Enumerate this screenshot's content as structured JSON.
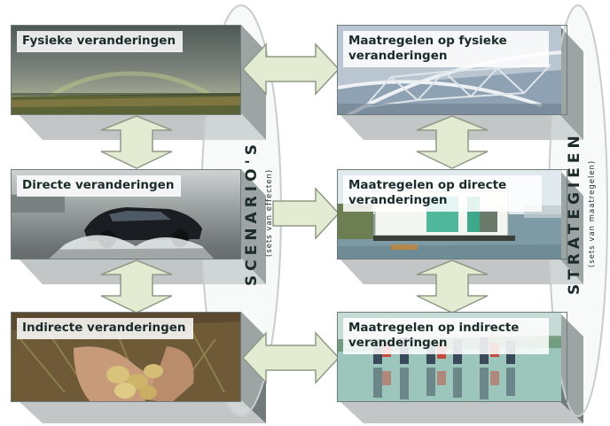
{
  "diagram": {
    "left_column": [
      {
        "label": "Fysieke veranderingen",
        "image": "rainbow-landscape"
      },
      {
        "label": "Directe veranderingen",
        "image": "car-flood-splash"
      },
      {
        "label": "Indirecte veranderingen",
        "image": "hands-potatoes"
      }
    ],
    "right_column": [
      {
        "label": "Maatregelen op fysieke veranderingen",
        "image": "storm-barrier-truss"
      },
      {
        "label": "Maatregelen op directe veranderingen",
        "image": "floating-house"
      },
      {
        "label": "Maatregelen op indirecte veranderingen",
        "image": "cyclists-reflection"
      }
    ],
    "scenario_label": "SCENARIO'S",
    "scenario_sublabel": "(sets van effecten)",
    "strategy_label": "STRATEGIEEN",
    "strategy_sublabel": "(sets van maatregelen)",
    "colors": {
      "arrow_fill": "#e3ebd2",
      "arrow_stroke": "#8f9a86",
      "shadow_dark": "#6f7878",
      "shadow_light": "#b7bcbc",
      "ellipse_stroke": "#c9cdcd"
    }
  }
}
